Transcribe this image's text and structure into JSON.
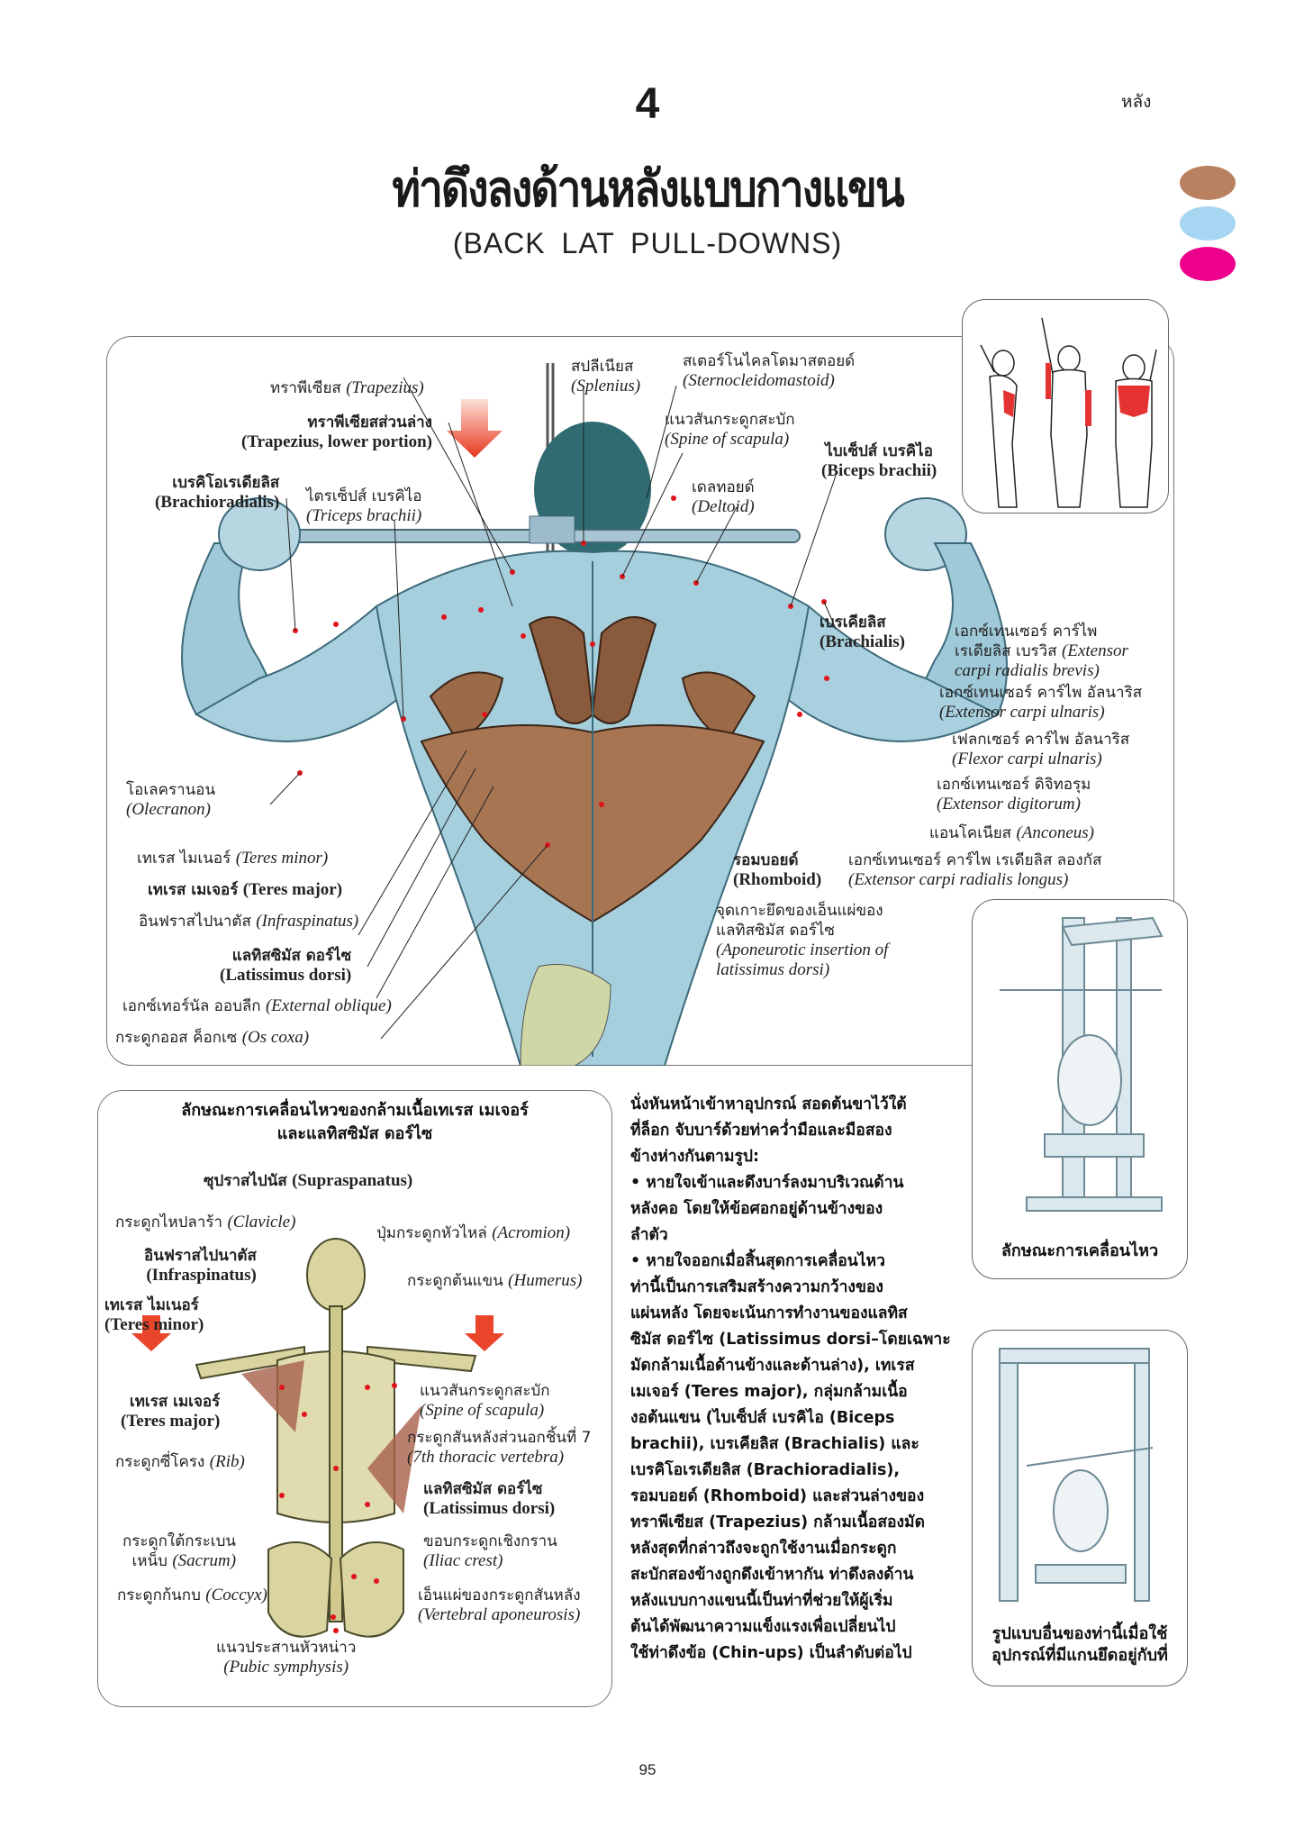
{
  "header": {
    "chapter_number": "4",
    "section_tag": "หลัง",
    "title_th": "ท่าดึงลงด้านหลังแบบกางแขน",
    "title_en": "(BACK  LAT  PULL-DOWNS)"
  },
  "color_key": [
    {
      "name": "brown-dot",
      "color": "#b9815f"
    },
    {
      "name": "light-blue-dot",
      "color": "#a6d6f1"
    },
    {
      "name": "magenta-dot",
      "color": "#ec008c"
    }
  ],
  "main_figure": {
    "labels": {
      "trapezius": {
        "th": "ทราพีเซียส",
        "en": "(Trapezius)"
      },
      "trapezius_lower": {
        "th": "ทราพีเซียสส่วนล่าง",
        "en": "(Trapezius, lower portion)"
      },
      "brachioradialis": {
        "th": "เบรคิโอเรเดียลิส",
        "en": "(Brachioradialis)"
      },
      "triceps": {
        "th": "ไตรเซ็ปส์ เบรคิไอ",
        "en": "(Triceps brachii)"
      },
      "splenius": {
        "th": "สปลีเนียส",
        "en": "(Splenius)"
      },
      "sternocleidomastoid": {
        "th": "สเตอร์โนไคลโดมาสตอยด์",
        "en": "(Sternocleidomastoid)"
      },
      "spine_scapula": {
        "th": "แนวสันกระดูกสะบัก",
        "en": "(Spine of scapula)"
      },
      "deltoid": {
        "th": "เดลทอยด์",
        "en": "(Deltoid)"
      },
      "biceps": {
        "th": "ไบเซ็ปส์ เบรคิไอ",
        "en": "(Biceps brachii)"
      },
      "brachialis": {
        "th": "เบรเคียลิส",
        "en": "(Brachialis)"
      },
      "ecr_brevis": {
        "th1": "เอกซ์เทนเซอร์ คาร์ไพ",
        "th2": "เรเดียลิส เบรวิส",
        "en1": "(Extensor",
        "en2": "carpi radialis brevis)"
      },
      "ecu": {
        "th": "เอกซ์เทนเซอร์ คาร์ไพ อัลนาริส",
        "en": "(Extensor carpi ulnaris)"
      },
      "fcu": {
        "th": "เฟลกเซอร์ คาร์ไพ อัลนาริส",
        "en": "(Flexor carpi ulnaris)"
      },
      "ext_digitorum": {
        "th": "เอกซ์เทนเซอร์ ดิจิทอรุม",
        "en": "(Extensor digitorum)"
      },
      "anconeus": {
        "th": "แอนโคเนียส",
        "en": "(Anconeus)"
      },
      "ecr_longus": {
        "th": "เอกซ์เทนเซอร์ คาร์ไพ เรเดียลิส ลองกัส",
        "en": "(Extensor carpi radialis longus)"
      },
      "rhomboid": {
        "th": "รอมบอยด์",
        "en": "(Rhomboid)"
      },
      "aponeurotic": {
        "th1": "จุดเกาะยึดของเอ็นแผ่ของ",
        "th2": "แลทิสซิมัส ดอร์ไซ",
        "en1": "(Aponeurotic insertion of",
        "en2": "latissimus dorsi)"
      },
      "olecranon": {
        "th": "โอเลครานอน",
        "en": "(Olecranon)"
      },
      "teres_minor": {
        "th": "เทเรส ไมเนอร์",
        "en": "(Teres minor)"
      },
      "teres_major": {
        "th": "เทเรส เมเจอร์",
        "en": "(Teres major)"
      },
      "infraspinatus": {
        "th": "อินฟราสไปนาตัส",
        "en": "(Infraspinatus)"
      },
      "latissimus": {
        "th": "แลทิสซิมัส ดอร์ไซ",
        "en": "(Latissimus dorsi)"
      },
      "external_oblique": {
        "th": "เอกซ์เทอร์นัล ออบลีก",
        "en": "(External oblique)"
      },
      "os_coxa": {
        "th": "กระดูกออส ค็อกเซ",
        "en": "(Os coxa)"
      }
    }
  },
  "skeleton_panel": {
    "title_line1": "ลักษณะการเคลื่อนไหวของกล้ามเนื้อเทเรส เมเจอร์",
    "title_line2": "และแลทิสซิมัส ดอร์ไซ",
    "labels": {
      "supraspinatus": {
        "th": "ซุปราสไปนัส",
        "en": "(Supraspanatus)"
      },
      "clavicle": {
        "th": "กระดูกไหปลาร้า",
        "en": "(Clavicle)"
      },
      "acromion": {
        "th": "ปุ่มกระดูกหัวไหล่",
        "en": "(Acromion)"
      },
      "infraspinatus": {
        "th": "อินฟราสไปนาตัส",
        "en": "(Infraspinatus)"
      },
      "humerus": {
        "th": "กระดูกต้นแขน",
        "en": "(Humerus)"
      },
      "teres_minor": {
        "th": "เทเรส ไมเนอร์",
        "en": "(Teres minor)"
      },
      "teres_major": {
        "th": "เทเรส เมเจอร์",
        "en": "(Teres major)"
      },
      "spine_scapula": {
        "th": "แนวสันกระดูกสะบัก",
        "en": "(Spine of scapula)"
      },
      "t7": {
        "th": "กระดูกสันหลังส่วนอกชิ้นที่ 7",
        "en": "(7th thoracic vertebra)"
      },
      "rib": {
        "th": "กระดูกซี่โครง",
        "en": "(Rib)"
      },
      "latissimus": {
        "th": "แลทิสซิมัส ดอร์ไซ",
        "en": "(Latissimus dorsi)"
      },
      "sacrum": {
        "th1": "กระดูกใต้กระเบน",
        "th2": "เหน็บ",
        "en": "(Sacrum)"
      },
      "iliac_crest": {
        "th": "ขอบกระดูกเชิงกราน",
        "en": "(Iliac crest)"
      },
      "coccyx": {
        "th": "กระดูกก้นกบ",
        "en": "(Coccyx)"
      },
      "vertebral_aponeurosis": {
        "th": "เอ็นแผ่ของกระดูกสันหลัง",
        "en": "(Vertebral aponeurosis)"
      },
      "pubic_symphysis": {
        "th": "แนวประสานหัวหน่าว",
        "en": "(Pubic symphysis)"
      }
    }
  },
  "instructions": {
    "lines": [
      "นั่งหันหน้าเข้าหาอุปกรณ์ สอดต้นขาไว้ใต้",
      "ที่ล็อก จับบาร์ด้วยท่าคว่ำมือและมือสอง",
      "ข้างห่างกันตามรูป:",
      "• หายใจเข้าและดึงบาร์ลงมาบริเวณด้าน",
      "หลังคอ โดยให้ข้อศอกอยู่ด้านข้างของ",
      "ลำตัว",
      "• หายใจออกเมื่อสิ้นสุดการเคลื่อนไหว",
      "ท่านี้เป็นการเสริมสร้างความกว้างของ",
      "แผ่นหลัง โดยจะเน้นการทำงานของแลทิส",
      "ซิมัส ดอร์ไซ (Latissimus dorsi–โดยเฉพาะ",
      "มัดกล้ามเนื้อด้านข้างและด้านล่าง), เทเรส",
      "เมเจอร์ (Teres major), กลุ่มกล้ามเนื้อ",
      "งอต้นแขน (ไบเซ็ปส์ เบรคิไอ (Biceps",
      "brachii), เบรเคียลิส (Brachialis) และ",
      "เบรคิโอเรเดียลิส (Brachioradialis),",
      "รอมบอยด์ (Rhomboid) และส่วนล่างของ",
      "ทราพีเซียส (Trapezius) กล้ามเนื้อสองมัด",
      "หลังสุดที่กล่าวถึงจะถูกใช้งานเมื่อกระดูก",
      "สะบักสองข้างถูกดึงเข้าหากัน ท่าดึงลงด้าน",
      "หลังแบบกางแขนนี้เป็นท่าที่ช่วยให้ผู้เริ่ม",
      "ต้นได้พัฒนาความแข็งแรงเพื่อเปลี่ยนไป",
      "ใช้ท่าดึงข้อ (Chin-ups) เป็นลำดับต่อไป"
    ]
  },
  "side_boxes": {
    "motion_caption": "ลักษณะการเคลื่อนไหว",
    "variant_caption_line1": "รูปแบบอื่นของท่านี้เมื่อใช้",
    "variant_caption_line2": "อุปกรณ์ที่มีแกนยึดอยู่กับที่"
  },
  "footer": {
    "page_number": "95"
  }
}
